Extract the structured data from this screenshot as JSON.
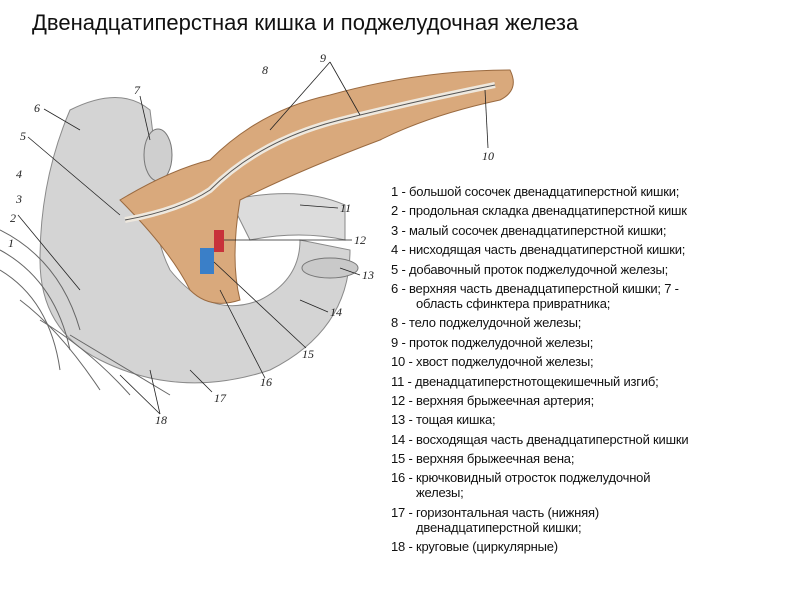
{
  "title": "Двенадцатиперстная кишка и поджелудочная железа",
  "figure_labels": [
    "1",
    "2",
    "3",
    "4",
    "5",
    "6",
    "7",
    "8",
    "9",
    "10",
    "11",
    "12",
    "13",
    "14",
    "15",
    "16",
    "17",
    "18"
  ],
  "legend": [
    {
      "line1": "1 - большой сосочек двенадцатиперстной кишки;"
    },
    {
      "line1": "2 - продольная складка двенадцатиперстной кишк"
    },
    {
      "line1": "3 - малый сосочек двенадцатиперстной кишки;"
    },
    {
      "line1": "4 - нисходящая часть двенадцатиперстной кишки;"
    },
    {
      "line1": "5 - добавочный проток поджелудочной железы;"
    },
    {
      "line1": "6 - верхняя часть двенадцатиперстной кишки; 7 -",
      "line2": "область сфинктера привратника;"
    },
    {
      "line1": "8 - тело поджелудочной железы;"
    },
    {
      "line1": "9 - проток поджелудочной железы;"
    },
    {
      "line1": "10 - хвост поджелудочной железы;"
    },
    {
      "line1": "11 - двенадцатиперстнотощекишечный изгиб;"
    },
    {
      "line1": "12 - верхняя брыжеечная артерия;"
    },
    {
      "line1": "13 - тощая кишка;"
    },
    {
      "line1": "14 - восходящая часть двенадцатиперстной кишки"
    },
    {
      "line1": "15 - верхняя брыжеечная вена;"
    },
    {
      "line1": "16 - крючковидный отросток поджелудочной",
      "line2": "железы;"
    },
    {
      "line1": "17 - горизонтальная часть (нижняя)",
      "line2": "двенадцатиперстной кишки;"
    },
    {
      "line1": "18 - круговые (циркулярные)"
    }
  ],
  "colors": {
    "pancreas": "#d9a97c",
    "duct": "#e8e4dc",
    "duodenum": "#d8d8d8",
    "artery": "#c8323a",
    "vein": "#3a7fc8"
  }
}
